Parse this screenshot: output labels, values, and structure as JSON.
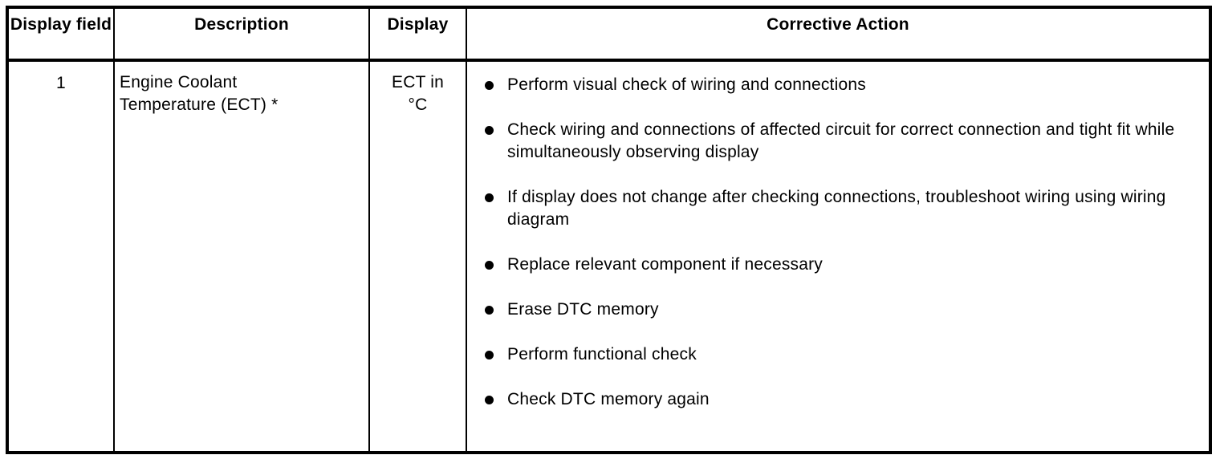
{
  "table": {
    "header": {
      "display_field": "Display field",
      "description": "Description",
      "display": "Display",
      "corrective_action": "Corrective Action"
    },
    "row": {
      "display_field": "1",
      "description_lines": [
        "Engine Coolant",
        "Temperature (ECT) *"
      ],
      "display_lines": [
        "ECT in",
        "°C"
      ],
      "corrective_actions": [
        "Perform visual check of wiring and connections",
        "Check wiring and connections of affected circuit for correct connection and tight fit while simultaneously observing display",
        "If display does not change after checking connections, troubleshoot wiring using wiring diagram",
        "Replace relevant component if necessary",
        "Erase DTC memory",
        "Perform functional check",
        "Check DTC memory again"
      ]
    },
    "colors": {
      "border": "#000000",
      "text": "#000000",
      "background": "#ffffff"
    }
  }
}
